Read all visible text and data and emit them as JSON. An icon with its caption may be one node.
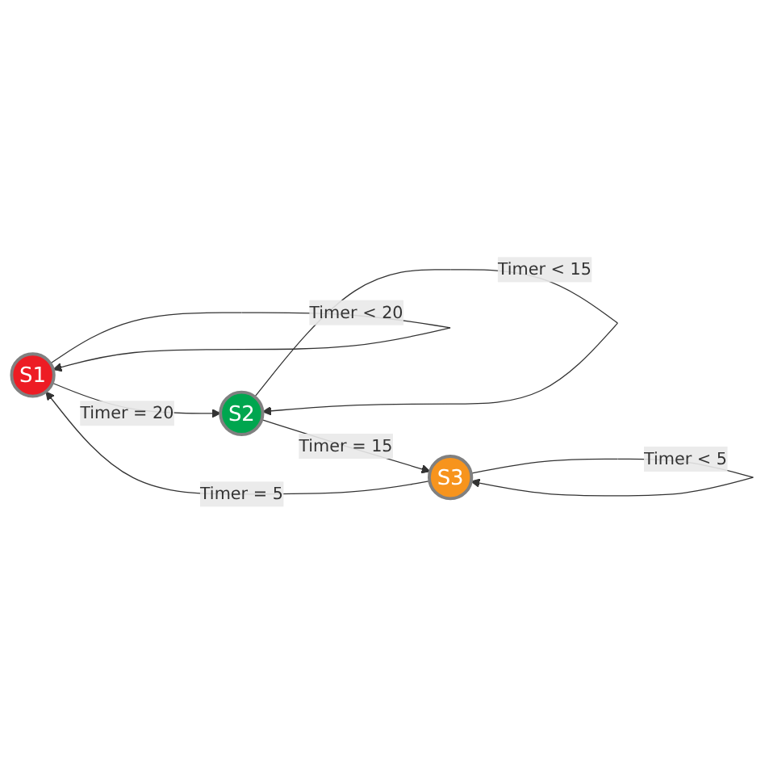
{
  "diagram": {
    "nodes": [
      {
        "text": [
          "S1"
        ]
      },
      {
        "text": [
          "S2"
        ]
      },
      {
        "text": [
          "S3"
        ]
      }
    ],
    "edges": [
      {
        "from": 0,
        "to": 0,
        "arrow": "to",
        "label": "Timer < 20"
      },
      {
        "from": 0,
        "to": 1,
        "arrow": "to",
        "label": "Timer = 20"
      },
      {
        "from": 1,
        "to": 1,
        "arrow": "to",
        "label": "Timer < 15"
      },
      {
        "from": 1,
        "to": 2,
        "arrow": "to",
        "label": "Timer = 15"
      },
      {
        "from": 2,
        "to": 2,
        "arrow": "to",
        "label": "Timer < 5"
      },
      {
        "from": 2,
        "to": 0,
        "arrow": "to",
        "label": "Timer = 5"
      }
    ]
  }
}
